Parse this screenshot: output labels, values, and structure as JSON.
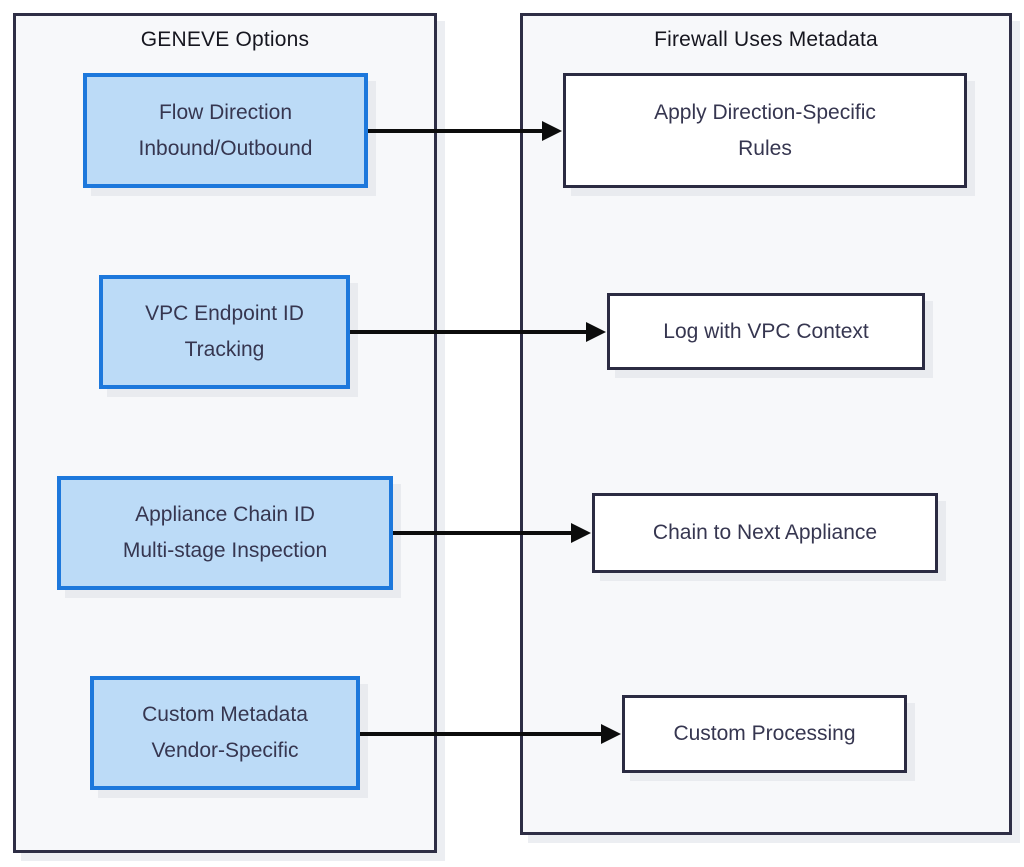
{
  "left_panel": {
    "title": "GENEVE Options",
    "items": [
      {
        "label": "Flow Direction\nInbound/Outbound"
      },
      {
        "label": "VPC Endpoint ID\nTracking"
      },
      {
        "label": "Appliance Chain ID\nMulti-stage Inspection"
      },
      {
        "label": "Custom Metadata\nVendor-Specific"
      }
    ]
  },
  "right_panel": {
    "title": "Firewall Uses Metadata",
    "items": [
      {
        "label": "Apply Direction-Specific\nRules"
      },
      {
        "label": "Log with VPC Context"
      },
      {
        "label": "Chain to Next Appliance"
      },
      {
        "label": "Custom Processing"
      }
    ]
  },
  "connections": [
    {
      "from": "Flow Direction Inbound/Outbound",
      "to": "Apply Direction-Specific Rules"
    },
    {
      "from": "VPC Endpoint ID Tracking",
      "to": "Log with VPC Context"
    },
    {
      "from": "Appliance Chain ID Multi-stage Inspection",
      "to": "Chain to Next Appliance"
    },
    {
      "from": "Custom Metadata Vendor-Specific",
      "to": "Custom Processing"
    }
  ],
  "colors": {
    "panel_background": "#f7f8fa",
    "panel_border": "#2e2e45",
    "geneve_box_fill": "#bcdbf7",
    "geneve_box_border": "#1d78dc",
    "firewall_box_fill": "#ffffff",
    "firewall_box_border": "#2b2b42",
    "box_text": "#363650",
    "title_text": "#16161f",
    "arrow": "#0c0c0c",
    "shadow": "#e9ebef"
  }
}
